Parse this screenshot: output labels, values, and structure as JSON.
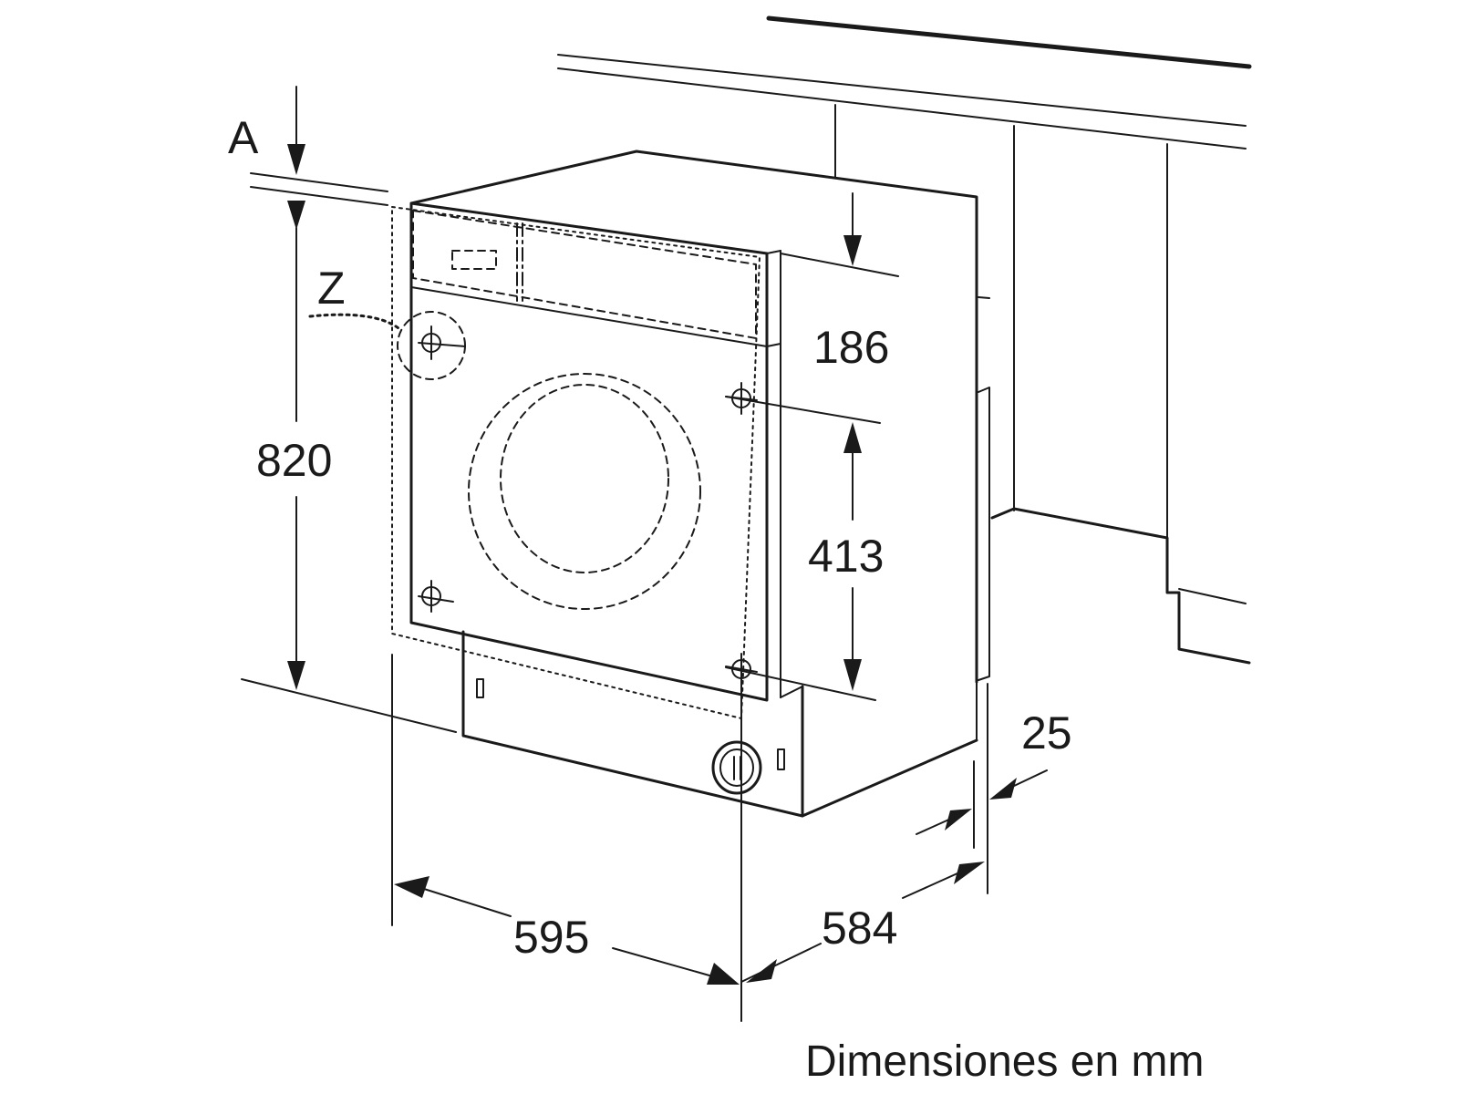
{
  "labels": {
    "a": "A",
    "z": "Z",
    "height_total": "820",
    "top_offset": "186",
    "hinge_spacing": "413",
    "width": "595",
    "depth": "584",
    "back_offset": "25"
  },
  "caption": "Dimensiones en mm"
}
